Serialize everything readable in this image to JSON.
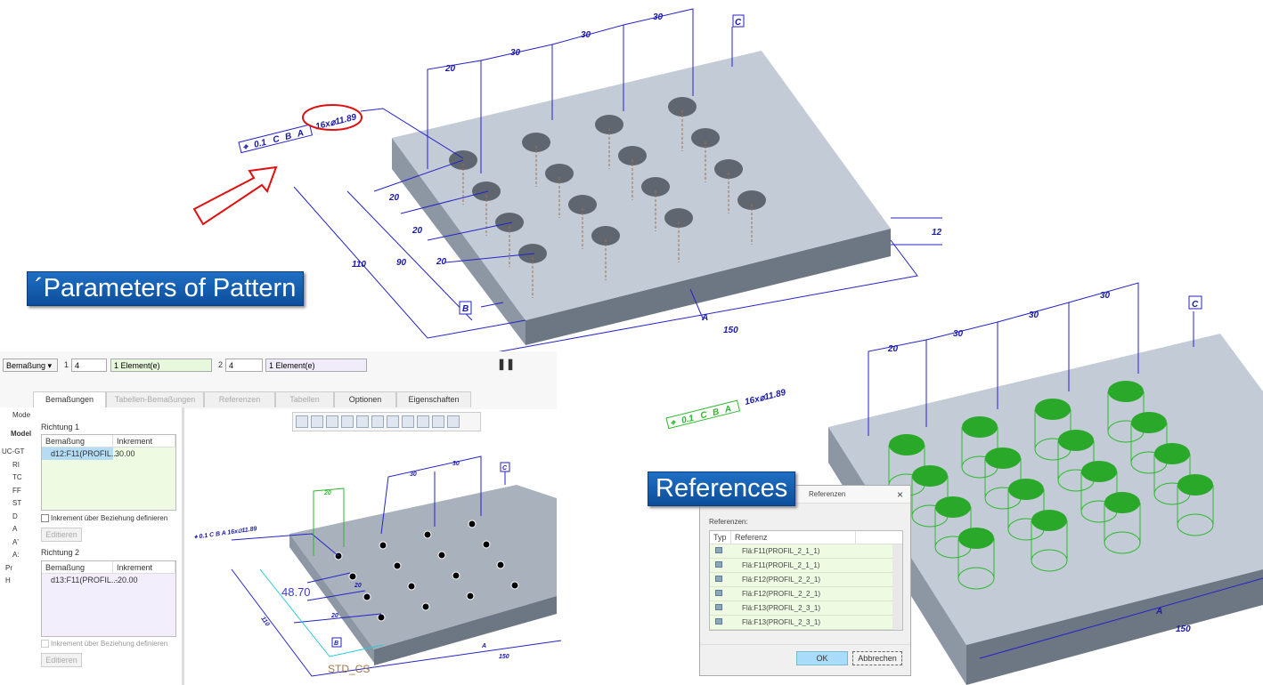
{
  "labels": {
    "parameters": "´Parameters of Pattern",
    "references": "References"
  },
  "top_scene": {
    "gdt": {
      "symbol": "⌖",
      "tolerance": "0.1",
      "datums": [
        "C",
        "B",
        "A"
      ],
      "note": "16x⌀11.89"
    },
    "dims_top": [
      "20",
      "30",
      "30",
      "30"
    ],
    "dims_left": [
      "20",
      "20",
      "20"
    ],
    "dim_110": "110",
    "dim_90": "90",
    "dim_150": "150",
    "dim_12": "12",
    "datum_c": "C",
    "datum_b": "B",
    "datum_a": "A"
  },
  "toolbar": {
    "type_select": "Bemaßung",
    "dir1_num": "1",
    "dir1_count": "4",
    "dir1_elements": "1 Element(e)",
    "dir2_num": "2",
    "dir2_count": "4",
    "dir2_elements": "1 Element(e)"
  },
  "tabs": [
    {
      "label": "Bemaßungen",
      "state": "active"
    },
    {
      "label": "Tabellen-Bemaßungen",
      "state": "disabled"
    },
    {
      "label": "Referenzen",
      "state": "disabled"
    },
    {
      "label": "Tabellen",
      "state": "disabled"
    },
    {
      "label": "Optionen",
      "state": "normal"
    },
    {
      "label": "Eigenschaften",
      "state": "normal"
    }
  ],
  "panel": {
    "dir1": {
      "title": "Richtung 1",
      "col1": "Bemaßung",
      "col2": "Inkrement",
      "row": {
        "dim": "d12:F11(PROFIL...",
        "inc": "30.00"
      },
      "check": "Inkrement über Beziehung definieren",
      "button": "Editieren"
    },
    "dir2": {
      "title": "Richtung 2",
      "col1": "Bemaßung",
      "col2": "Inkrement",
      "row": {
        "dim": "d13:F11(PROFIL...",
        "inc": "-20.00"
      },
      "check": "Inkrement über Beziehung definieren",
      "button": "Editieren"
    }
  },
  "tree": {
    "header": "Mode",
    "subheader": "Model",
    "items": [
      "UC-GT",
      "RI",
      "TC",
      "FF",
      "ST",
      "D",
      "A",
      "A'",
      "A:",
      "Pr",
      "H",
      "",
      ""
    ]
  },
  "viewport": {
    "dim_green": "20",
    "dims_top": [
      "30",
      "30"
    ],
    "datum_c": "C",
    "dim_110": "110",
    "dim_edit": "48.70",
    "dims_left": [
      "20",
      "20"
    ],
    "datum_b": "B",
    "datum_a": "A",
    "dim_150": "150",
    "csys": "STD_CS",
    "gdt": "⌖ 0.1 C B A 16x⌀11.89"
  },
  "right_scene": {
    "gdt": {
      "symbol": "⌖",
      "tolerance": "0.1",
      "datums": [
        "C",
        "B",
        "A"
      ],
      "note": "16x⌀11.89"
    },
    "dims_top": [
      "20",
      "30",
      "30",
      "30"
    ],
    "datum_c": "C",
    "dim_150": "150",
    "datum_a": "A"
  },
  "dialog": {
    "title": "Referenzen",
    "close": "×",
    "section": "Referenzen:",
    "col_typ": "Typ",
    "col_ref": "Referenz",
    "rows": [
      "Flä:F11(PROFIL_2_1_1)",
      "Flä:F11(PROFIL_2_1_1)",
      "Flä:F12(PROFIL_2_2_1)",
      "Flä:F12(PROFIL_2_2_1)",
      "Flä:F13(PROFIL_2_3_1)",
      "Flä:F13(PROFIL_2_3_1)"
    ],
    "ok": "OK",
    "cancel": "Abbrechen"
  },
  "colors": {
    "dimension": "#1a1aa8",
    "label_bg": "#1f6fc4",
    "highlight": "#2db82d",
    "slab_top": "#c3cbd6"
  }
}
